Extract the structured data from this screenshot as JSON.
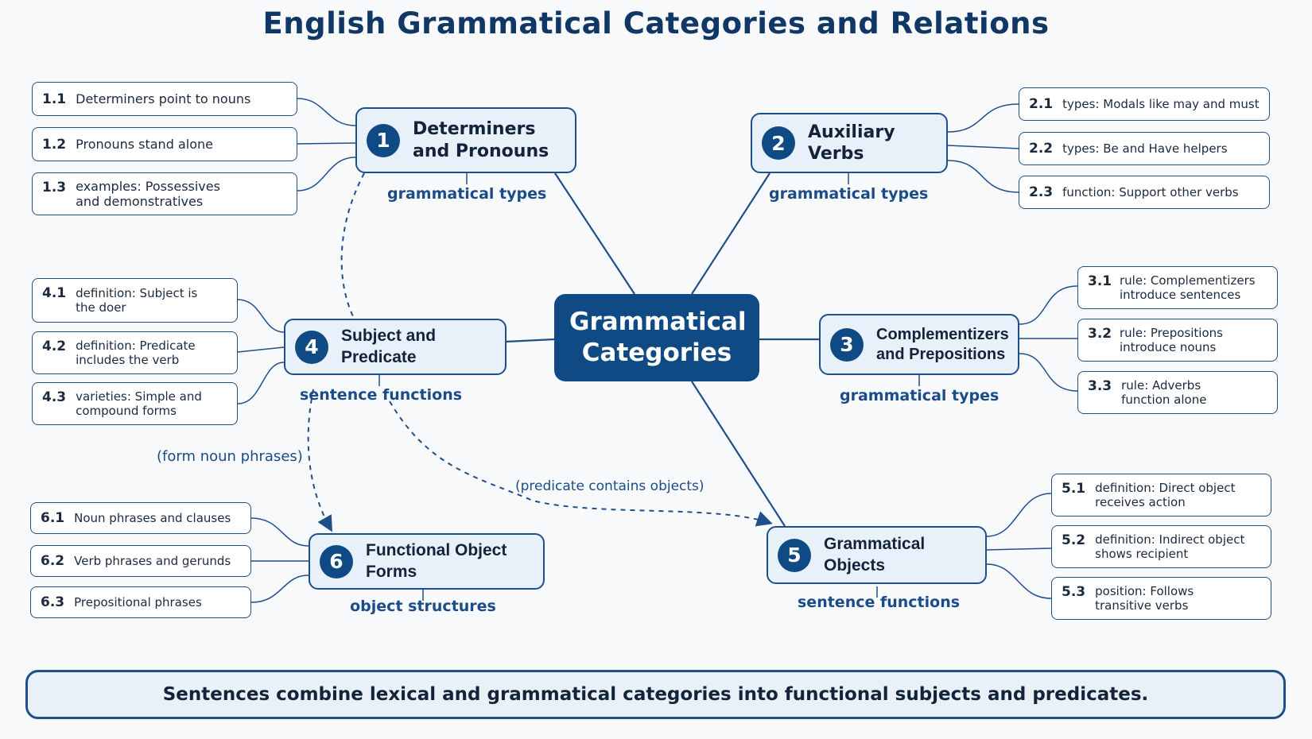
{
  "title": "English Grammatical Categories and Relations",
  "central": "Grammatical Categories",
  "nodes": [
    {
      "num": "1",
      "label": "Determiners and Pronouns",
      "sublabel": "grammatical types",
      "leaves": [
        {
          "num": "1.1",
          "text": "Determiners point to nouns"
        },
        {
          "num": "1.2",
          "text": "Pronouns stand alone"
        },
        {
          "num": "1.3",
          "text": "examples: Possessives and demonstratives"
        }
      ]
    },
    {
      "num": "2",
      "label": "Auxiliary Verbs",
      "sublabel": "grammatical types",
      "leaves": [
        {
          "num": "2.1",
          "text": "types: Modals like may and must"
        },
        {
          "num": "2.2",
          "text": "types: Be and Have helpers"
        },
        {
          "num": "2.3",
          "text": "function: Support other verbs"
        }
      ]
    },
    {
      "num": "3",
      "label": "Complementizers and Prepositions",
      "sublabel": "grammatical types",
      "leaves": [
        {
          "num": "3.1",
          "text": "rule: Complementizers introduce sentences"
        },
        {
          "num": "3.2",
          "text": "rule: Prepositions introduce nouns"
        },
        {
          "num": "3.3",
          "text": "rule: Adverbs function alone"
        }
      ]
    },
    {
      "num": "4",
      "label": "Subject and Predicate",
      "sublabel": "sentence functions",
      "leaves": [
        {
          "num": "4.1",
          "text": "definition: Subject is the doer"
        },
        {
          "num": "4.2",
          "text": "definition: Predicate includes the verb"
        },
        {
          "num": "4.3",
          "text": "varieties: Simple and compound forms"
        }
      ]
    },
    {
      "num": "5",
      "label": "Grammatical Objects",
      "sublabel": "sentence functions",
      "leaves": [
        {
          "num": "5.1",
          "text": "definition: Direct object receives action"
        },
        {
          "num": "5.2",
          "text": "definition: Indirect object shows recipient"
        },
        {
          "num": "5.3",
          "text": "position: Follows transitive verbs"
        }
      ]
    },
    {
      "num": "6",
      "label": "Functional Object Forms",
      "sublabel": "object structures",
      "leaves": [
        {
          "num": "6.1",
          "text": "Noun phrases and clauses"
        },
        {
          "num": "6.2",
          "text": "Verb phrases and gerunds"
        },
        {
          "num": "6.3",
          "text": "Prepositional phrases"
        }
      ]
    }
  ],
  "relations": [
    "(form noun phrases)",
    "(predicate contains objects)"
  ],
  "summary": "Sentences combine lexical and grammatical categories into functional subjects and predicates.",
  "colors": {
    "primary": "#0f4a85",
    "node_fill": "#e8f0f9",
    "line": "#1f4f8b",
    "background": "#f8f9fb"
  }
}
